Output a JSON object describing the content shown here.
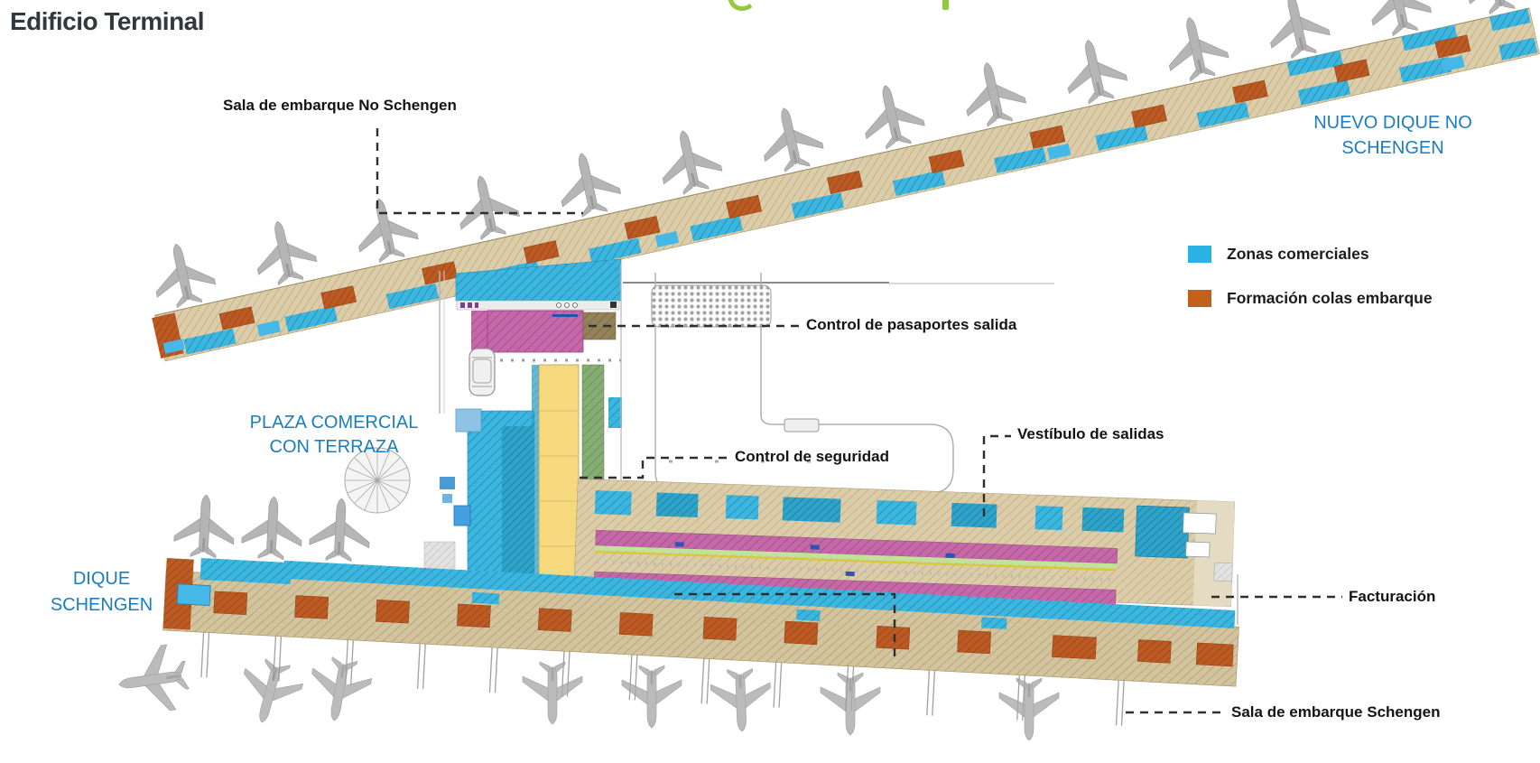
{
  "title": "Edificio Terminal",
  "colors": {
    "title_text": "#33383c",
    "callout_text": "#141414",
    "area_label_blue": "#1b7dc0",
    "legend_commercial": "#29b2e3",
    "legend_queue": "#c2611c",
    "plan_tan": "#dbcda9",
    "plan_cyan": "#3cb6de",
    "plan_yellow": "#f6d97e",
    "plan_magenta": "#c468a8",
    "plan_olive": "#94825a",
    "plan_green": "#86ad74",
    "plan_brown": "#bc5a24",
    "plan_gray": "#a0a0a0",
    "cropped_title_green": "#94c83d"
  },
  "legend": {
    "items": [
      {
        "id": "zonas_comerciales",
        "label": "Zonas comerciales",
        "color": "#29b2e3"
      },
      {
        "id": "formacion_colas",
        "label": "Formación colas embarque",
        "color": "#c2611c"
      }
    ]
  },
  "area_labels": {
    "nuevo_dique": {
      "line1": "NUEVO DIQUE NO",
      "line2": "SCHENGEN"
    },
    "plaza": {
      "line1": "PLAZA COMERCIAL",
      "line2": "CON TERRAZA"
    },
    "dique_schengen": {
      "line1": "DIQUE",
      "line2": "SCHENGEN"
    }
  },
  "callouts": {
    "sala_no_schengen": "Sala de embarque No Schengen",
    "control_pasaportes": "Control de pasaportes salida",
    "control_seguridad": "Control de seguridad",
    "vestibulo": "Vestíbulo de salidas",
    "facturacion": "Facturación",
    "sala_schengen": "Sala de embarque Schengen"
  }
}
